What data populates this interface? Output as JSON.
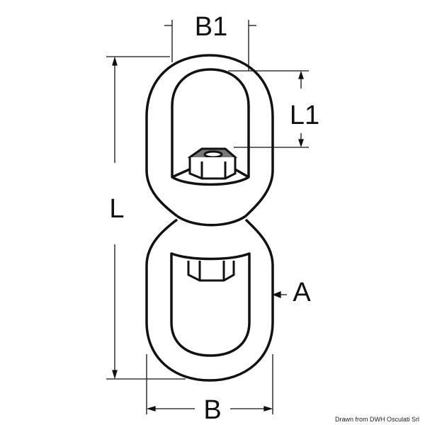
{
  "labels": {
    "B1": "B1",
    "L1": "L1",
    "L": "L",
    "A": "A",
    "B": "B"
  },
  "credit": "Drawn from DWH Osculati Srl",
  "colors": {
    "line": "#111111",
    "nut_top": "#777777"
  }
}
